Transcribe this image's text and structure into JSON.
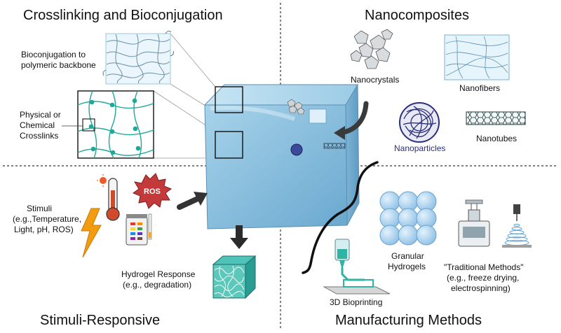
{
  "quadrants": {
    "top_left": {
      "title": "Crosslinking and Bioconjugation",
      "bioconjugation_label": [
        "Bioconjugation to",
        "polymeric backbone"
      ],
      "crosslinks_label": [
        "Physical or",
        "Chemical",
        "Crosslinks"
      ]
    },
    "top_right": {
      "title": "Nanocomposites",
      "nanocrystals": "Nanocrystals",
      "nanofibers": "Nanofibers",
      "nanoparticles": "Nanoparticles",
      "nanotubes": "Nanotubes"
    },
    "bottom_left": {
      "title": "Stimuli-Responsive",
      "stimuli_label": [
        "Stimuli",
        "(e.g.,Temperature,",
        "Light, pH, ROS)"
      ],
      "ros_badge": "ROS",
      "response_label": [
        "Hydrogel Response",
        "(e.g., degradation)"
      ]
    },
    "bottom_right": {
      "title": "Manufacturing Methods",
      "bioprinting": "3D Bioprinting",
      "granular": [
        "Granular",
        "Hydrogels"
      ],
      "traditional": [
        "\"Traditional Methods\"",
        "(e.g., freeze drying,",
        "electrospinning)"
      ]
    }
  },
  "colors": {
    "cube": "#8fc3df",
    "teal": "#1ea89a",
    "bubble": "#a9d2ef",
    "ros": "#c43a3a",
    "bolt": "#f39c12",
    "nanoparticle": "#2a2f7a"
  }
}
